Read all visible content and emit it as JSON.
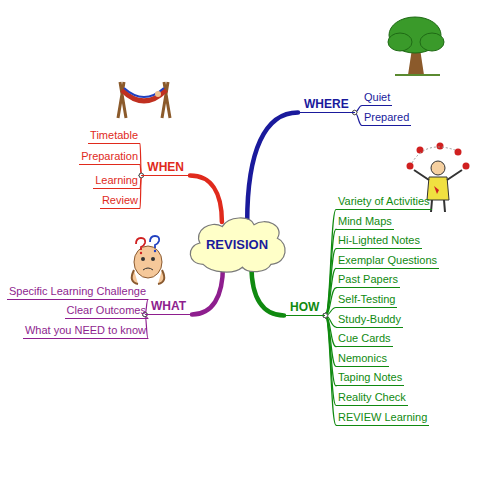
{
  "diagram": {
    "nodes": [
      {
        "text": [
          "REVISION"
        ]
      },
      {
        "text": [
          "WHERE"
        ]
      },
      {
        "text": [
          "Quiet"
        ]
      },
      {
        "text": [
          "Prepared"
        ]
      },
      {
        "text": [
          "WHEN"
        ]
      },
      {
        "text": [
          "Timetable"
        ]
      },
      {
        "text": [
          "Preparation"
        ]
      },
      {
        "text": [
          "Learning"
        ]
      },
      {
        "text": [
          "Review"
        ]
      },
      {
        "text": [
          "WHAT"
        ]
      },
      {
        "text": [
          "Specific Learning Challenge"
        ]
      },
      {
        "text": [
          "Clear Outcomes"
        ]
      },
      {
        "text": [
          "What you NEED to know"
        ]
      },
      {
        "text": [
          "HOW"
        ]
      },
      {
        "text": [
          "Variety of Activities"
        ]
      },
      {
        "text": [
          "Mind Maps"
        ]
      },
      {
        "text": [
          "Hi-Lighted Notes"
        ]
      },
      {
        "text": [
          "Exemplar Questions"
        ]
      },
      {
        "text": [
          "Past Papers"
        ]
      },
      {
        "text": [
          "Self-Testing"
        ]
      },
      {
        "text": [
          "Study-Buddy"
        ]
      },
      {
        "text": [
          "Cue Cards"
        ]
      },
      {
        "text": [
          "Nemonics"
        ]
      },
      {
        "text": [
          "Taping Notes"
        ]
      },
      {
        "text": [
          "Reality Check"
        ]
      },
      {
        "text": [
          "REVIEW Learning"
        ]
      }
    ],
    "edges": [
      {
        "from": 0,
        "to": 1,
        "arrow": "none"
      },
      {
        "from": 1,
        "to": 2,
        "arrow": "none"
      },
      {
        "from": 1,
        "to": 3,
        "arrow": "none"
      },
      {
        "from": 0,
        "to": 4,
        "arrow": "none"
      },
      {
        "from": 4,
        "to": 5,
        "arrow": "none"
      },
      {
        "from": 4,
        "to": 6,
        "arrow": "none"
      },
      {
        "from": 4,
        "to": 7,
        "arrow": "none"
      },
      {
        "from": 4,
        "to": 8,
        "arrow": "none"
      },
      {
        "from": 0,
        "to": 9,
        "arrow": "none"
      },
      {
        "from": 9,
        "to": 10,
        "arrow": "none"
      },
      {
        "from": 9,
        "to": 11,
        "arrow": "none"
      },
      {
        "from": 9,
        "to": 12,
        "arrow": "none"
      },
      {
        "from": 0,
        "to": 13,
        "arrow": "none"
      },
      {
        "from": 13,
        "to": 14,
        "arrow": "none"
      },
      {
        "from": 13,
        "to": 15,
        "arrow": "none"
      },
      {
        "from": 13,
        "to": 16,
        "arrow": "none"
      },
      {
        "from": 13,
        "to": 17,
        "arrow": "none"
      },
      {
        "from": 13,
        "to": 18,
        "arrow": "none"
      },
      {
        "from": 13,
        "to": 19,
        "arrow": "none"
      },
      {
        "from": 13,
        "to": 20,
        "arrow": "none"
      },
      {
        "from": 13,
        "to": 21,
        "arrow": "none"
      },
      {
        "from": 13,
        "to": 22,
        "arrow": "none"
      },
      {
        "from": 13,
        "to": 23,
        "arrow": "none"
      },
      {
        "from": 13,
        "to": 24,
        "arrow": "none"
      },
      {
        "from": 13,
        "to": 25,
        "arrow": "none"
      }
    ]
  }
}
